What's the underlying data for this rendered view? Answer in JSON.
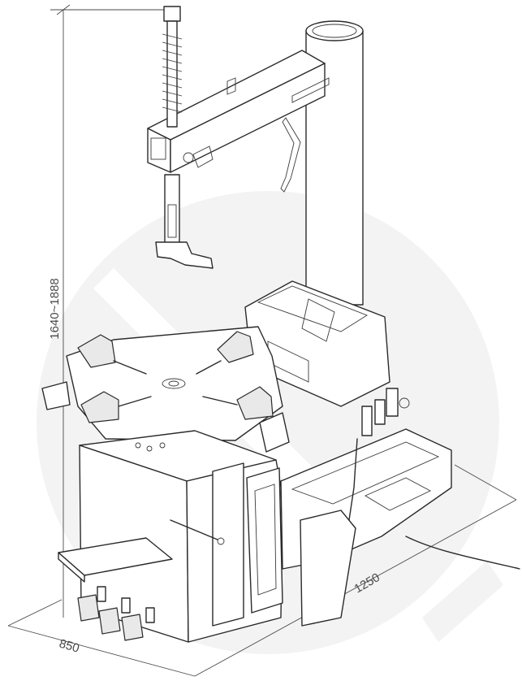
{
  "dimensions": {
    "height_range": "1640~1888",
    "depth": "1250",
    "width": "850"
  }
}
